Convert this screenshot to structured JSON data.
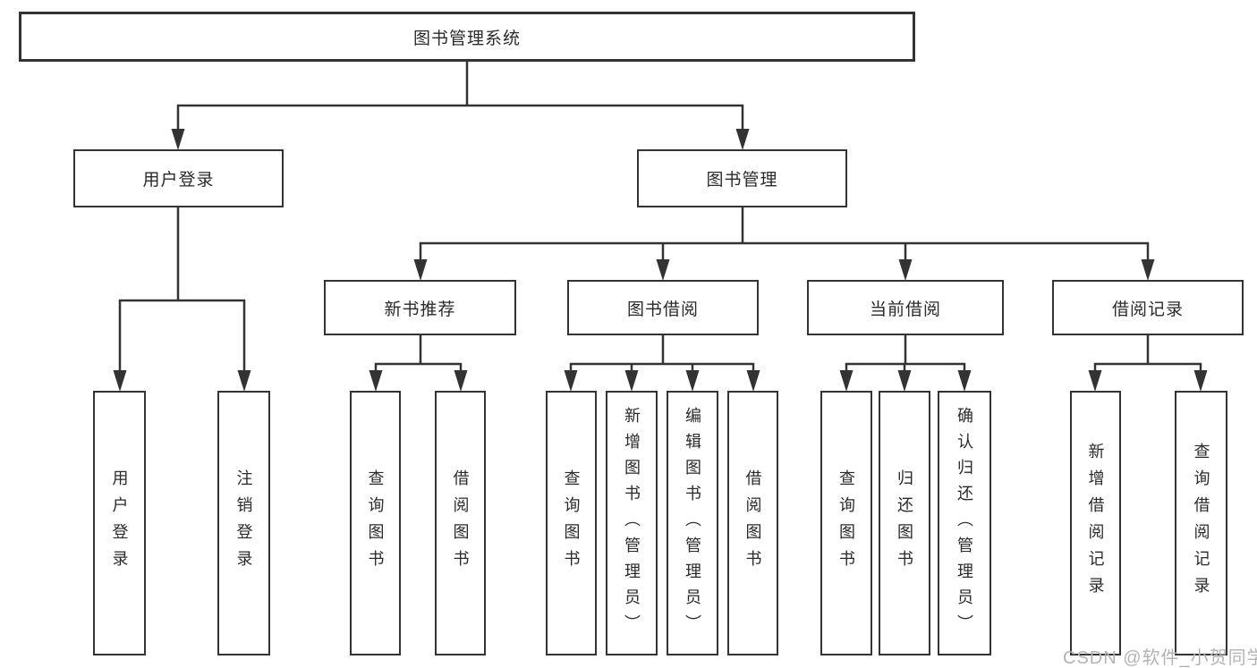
{
  "diagram_title": "图书管理系统",
  "tree": {
    "root": {
      "label": "图书管理系统",
      "children": [
        {
          "label": "用户登录",
          "children": [
            {
              "label": "用户登录"
            },
            {
              "label": "注销登录"
            }
          ]
        },
        {
          "label": "图书管理",
          "children": [
            {
              "label": "新书推荐",
              "children": [
                {
                  "label": "查询图书"
                },
                {
                  "label": "借阅图书"
                }
              ]
            },
            {
              "label": "图书借阅",
              "children": [
                {
                  "label": "查询图书"
                },
                {
                  "label": "新增图书（管理员）"
                },
                {
                  "label": "编辑图书（管理员）"
                },
                {
                  "label": "借阅图书"
                }
              ]
            },
            {
              "label": "当前借阅",
              "children": [
                {
                  "label": "查询图书"
                },
                {
                  "label": "归还图书"
                },
                {
                  "label": "确认归还（管理员）"
                }
              ]
            },
            {
              "label": "借阅记录",
              "children": [
                {
                  "label": "新增借阅记录"
                },
                {
                  "label": "查询借阅记录"
                }
              ]
            }
          ]
        }
      ]
    }
  },
  "watermark": "CSDN @软件_小贺同学",
  "colors": {
    "line": "#333333",
    "box_border": "#333333",
    "box_fill": "#ffffff",
    "text": "#2a2a2a",
    "watermark": "#b3b3b3",
    "background": "#ffffff"
  }
}
